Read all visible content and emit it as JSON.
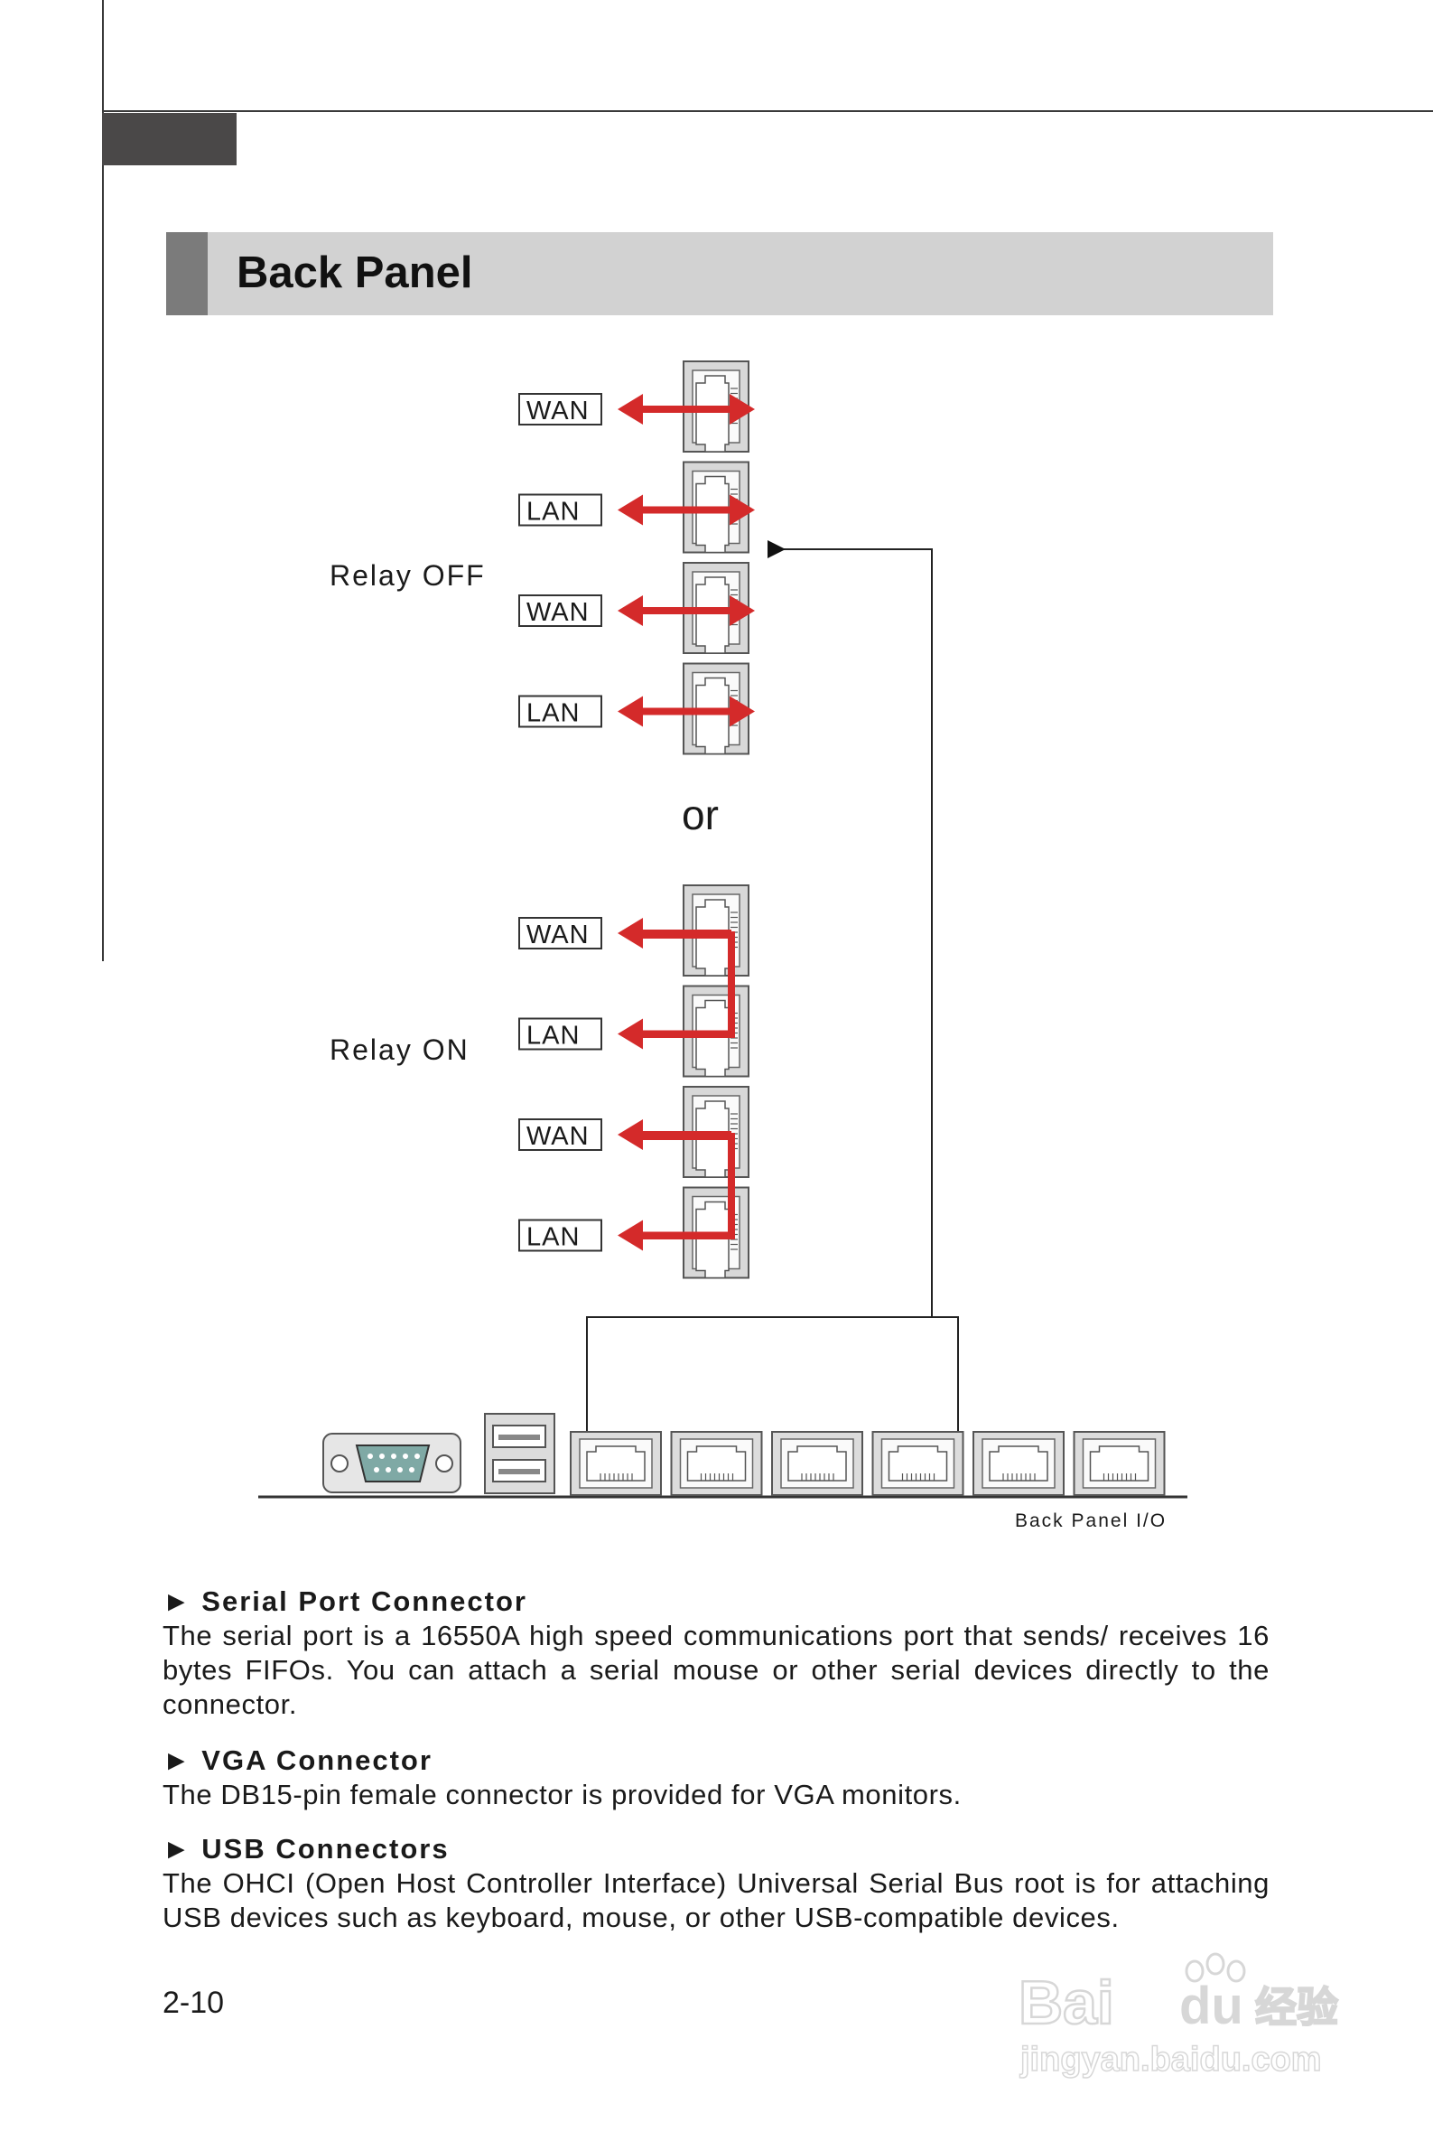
{
  "section": {
    "title": "Back Panel"
  },
  "diagram": {
    "relay_off_label": "Relay OFF",
    "relay_on_label": "Relay ON",
    "or_label": "or",
    "relay_off_ports": [
      "WAN",
      "LAN",
      "WAN",
      "LAN"
    ],
    "relay_on_ports": [
      "WAN",
      "LAN",
      "WAN",
      "LAN"
    ],
    "caption": "Back Panel I/O",
    "arrow_color": "#d42a2a"
  },
  "items": [
    {
      "heading": "► Serial Port Connector",
      "body": "The serial port is a 16550A high speed communications port that sends/ receives 16 bytes FIFOs. You can attach a serial mouse or other serial devices directly to the connector."
    },
    {
      "heading": "► VGA Connector",
      "body": "The DB15-pin female connector is provided for VGA monitors."
    },
    {
      "heading": "► USB Connectors",
      "body": "The OHCI (Open Host Controller Interface) Universal Serial Bus root is for attaching USB devices such as keyboard, mouse, or other USB-compatible devices."
    }
  ],
  "page_number": "2-10",
  "watermark": {
    "brand": "Bai",
    "brand_suffix": "du",
    "cn": "经验",
    "url": "jingyan.baidu.com"
  }
}
